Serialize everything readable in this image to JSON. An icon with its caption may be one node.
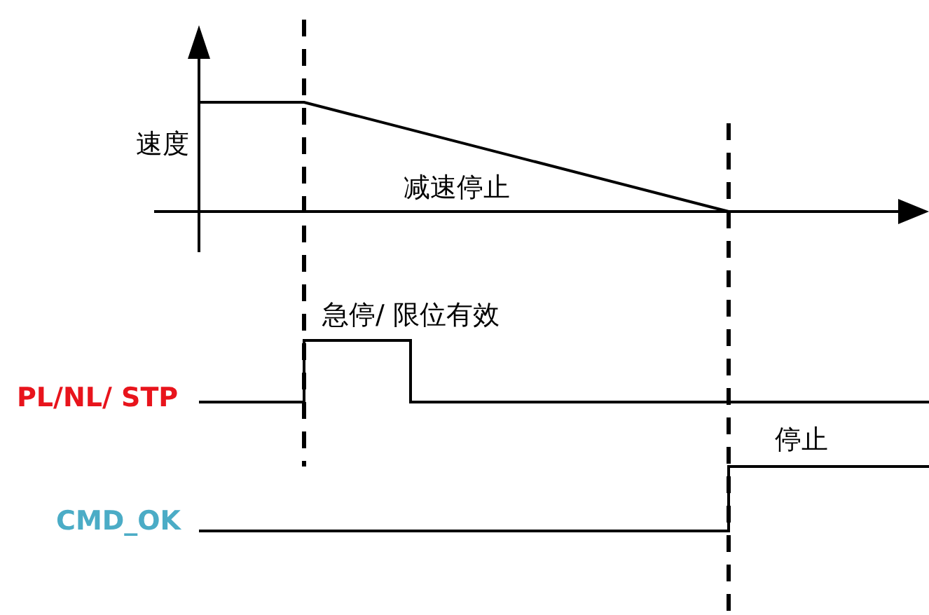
{
  "diagram": {
    "labels": [
      "速度",
      "减速停止",
      "急停/ 限位有效",
      "PL/NL/ STP",
      "CMD_OK",
      "停止"
    ]
  }
}
